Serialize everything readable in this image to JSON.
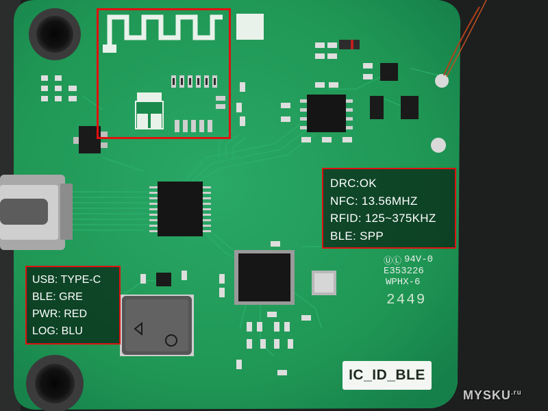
{
  "annotations": {
    "right_box": {
      "lines": [
        "DRC:OK",
        "NFC: 13.56MHZ",
        "RFID: 125~375KHZ",
        "BLE: SPP"
      ]
    },
    "left_box": {
      "lines": [
        "USB: TYPE-C",
        "BLE: GRE",
        "PWR: RED",
        "LOG: BLU"
      ]
    }
  },
  "silkscreen": {
    "ul_mark": "ⓊⓁ",
    "rating": "94V-0",
    "file_number": "E353226",
    "maker_code": "WPHX-6",
    "date_code": "2449",
    "brand": "IC_ID_BLE"
  },
  "watermark": {
    "site": "MYSKU",
    "tld": ".ru"
  },
  "colors": {
    "pcb": "#1f9b57",
    "highlight_border": "#e01010",
    "label_background": "#000000",
    "label_text": "#ffffff"
  }
}
